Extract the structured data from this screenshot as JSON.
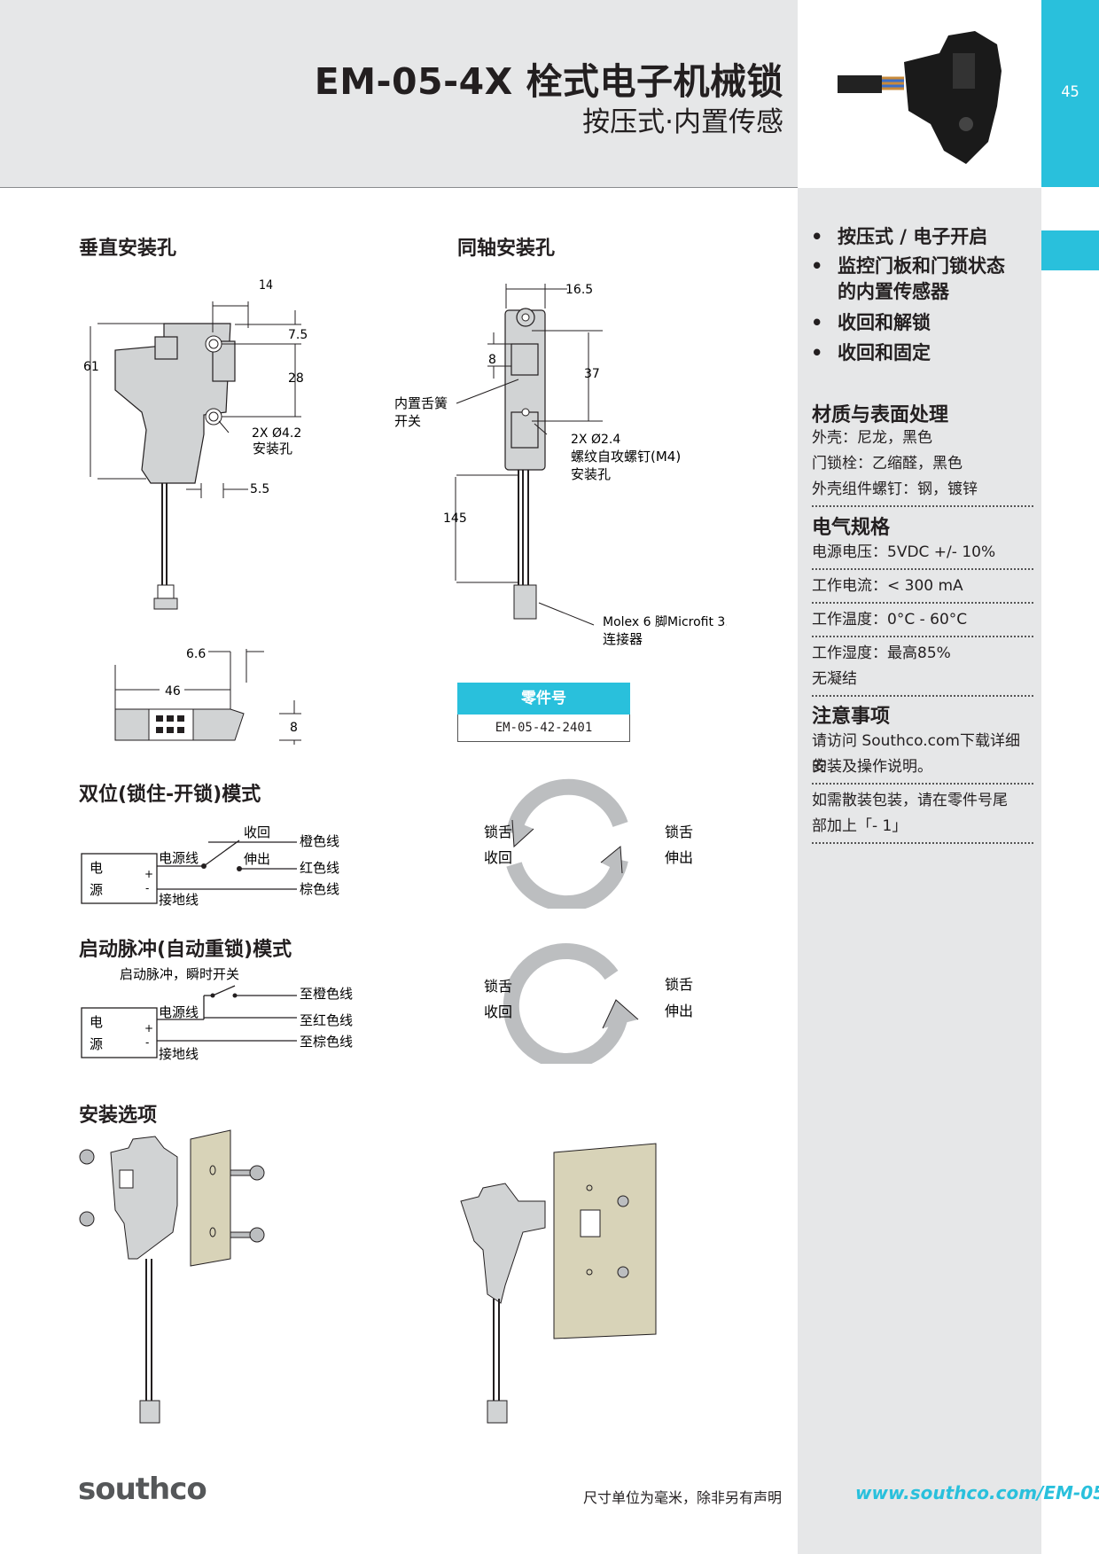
{
  "header": {
    "title": "EM-05-4X 栓式电子机械锁",
    "subtitle": "按压式·内置传感",
    "page_number": "45"
  },
  "sections": {
    "vertical_mount": "垂直安装孔",
    "coaxial_mount": "同轴安装孔",
    "bistable_mode": "双位(锁住-开锁)模式",
    "pulse_mode": "启动脉冲(自动重锁)模式",
    "install_options": "安装选项"
  },
  "vertical_dims": {
    "d14": "14",
    "d7_5": "7.5",
    "d28": "28",
    "d61": "61",
    "holes": "2X Ø4.2",
    "holes_note": "安装孔",
    "d5_5": "5.5",
    "d6_6": "6.6",
    "d46": "46",
    "d8": "8"
  },
  "coaxial_dims": {
    "d16_5": "16.5",
    "d8": "8",
    "d37": "37",
    "spring_label_1": "内置舌簧",
    "spring_label_2": "开关",
    "holes": "2X Ø2.4",
    "holes_note_1": "螺纹自攻螺钉(M4)",
    "holes_note_2": "安装孔",
    "d145": "145",
    "connector_1": "Molex 6 脚Microfit 3.0",
    "connector_2": "连接器"
  },
  "part_number": {
    "heading": "零件号",
    "value": "EM-05-42-2401"
  },
  "wiring_bistable": {
    "retract": "收回",
    "extend": "伸出",
    "orange": "橙色线",
    "red": "红色线",
    "brown": "棕色线",
    "power_line": "电源线",
    "ground_line": "接地线",
    "source_1": "电",
    "source_2": "源",
    "plus": "+",
    "minus": "-"
  },
  "wiring_pulse": {
    "pulse_switch": "启动脉冲，瞬时开关",
    "to_orange": "至橙色线",
    "to_red": "至红色线",
    "to_brown": "至棕色线",
    "power_line": "电源线",
    "ground_line": "接地线",
    "source_1": "电",
    "source_2": "源",
    "plus": "+",
    "minus": "-"
  },
  "cycle_labels": {
    "latch_1": "锁舌",
    "retract": "收回",
    "latch_2": "锁舌",
    "extend": "伸出"
  },
  "features": [
    "按压式 / 电子开启",
    "监控门板和门锁状态",
    "的内置传感器",
    "收回和解锁",
    "收回和固定"
  ],
  "materials": {
    "heading": "材质与表面处理",
    "items": [
      "外壳：尼龙，黑色",
      "门锁栓：乙缩醛，黑色",
      "外壳组件螺钉：钢，镀锌"
    ]
  },
  "electrical": {
    "heading": "电气规格",
    "items": [
      "电源电压：5VDC +/- 10%",
      "工作电流：< 300 mA",
      "工作温度：0°C - 60°C",
      "工作湿度：最高85%",
      "无凝结"
    ]
  },
  "notes": {
    "heading": "注意事项",
    "items": [
      "请访问 Southco.com下载详细的",
      "安装及操作说明。",
      "如需散装包装，请在零件号尾",
      "部加上「- 1」"
    ]
  },
  "footer": {
    "note": "尺寸单位为毫米，除非另有声明",
    "url": "www.southco.com/EM-05",
    "logo": "southco"
  },
  "colors": {
    "accent": "#29c0dc",
    "panel": "#e6e7e8",
    "text": "#231f20"
  }
}
